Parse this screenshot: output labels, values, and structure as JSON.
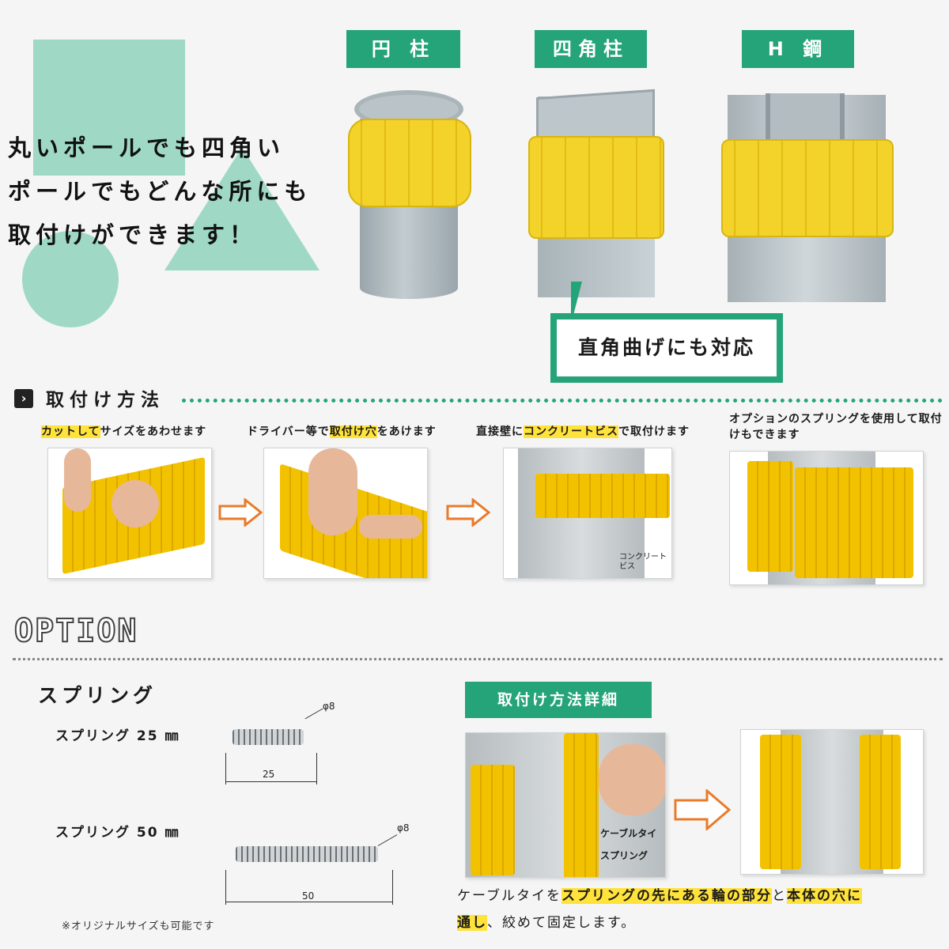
{
  "hero": {
    "lines": [
      "丸いポールでも四角い",
      "ポールでもどんな所にも",
      "取付けができます！"
    ]
  },
  "pole_types": {
    "round": "円 柱",
    "square": "四角柱",
    "h_beam": "H 鋼"
  },
  "callout": "直角曲げにも対応",
  "install": {
    "icon": "chevron-right-icon",
    "title": "取付け方法",
    "steps": [
      {
        "highlight": "カットして",
        "rest": "サイズをあわせます"
      },
      {
        "before": "ドライバー等で",
        "highlight": "取付け穴",
        "after": "をあけます"
      },
      {
        "before": "直接壁に",
        "highlight": "コンクリートビス",
        "after": "で取付けます"
      },
      {
        "text": "オプションのスプリングを使用して取付けもできます"
      }
    ],
    "concrete_label": "コンクリートビス"
  },
  "option": {
    "title": "OPTION",
    "spring_title": "スプリング",
    "spring_25_label": "スプリング 25 ㎜",
    "spring_50_label": "スプリング 50 ㎜",
    "diameter": "φ8",
    "len_25": "25",
    "len_50": "50",
    "note": "※オリジナルサイズも可能です"
  },
  "detail": {
    "title": "取付け方法詳細",
    "label_cable": "ケーブルタイ",
    "label_spring": "スプリング",
    "text_1": "ケーブルタイを",
    "text_2": "スプリングの先にある輪の部分",
    "text_3": "と",
    "text_4": "本体の穴に",
    "text_5": "通し",
    "text_6": "、絞めて固定します。"
  },
  "colors": {
    "green": "#25a47a",
    "mint": "#9fd9c6",
    "yellow": "#f3d22a",
    "highlight": "#ffe23a",
    "arrow": "#ea7a2a"
  }
}
